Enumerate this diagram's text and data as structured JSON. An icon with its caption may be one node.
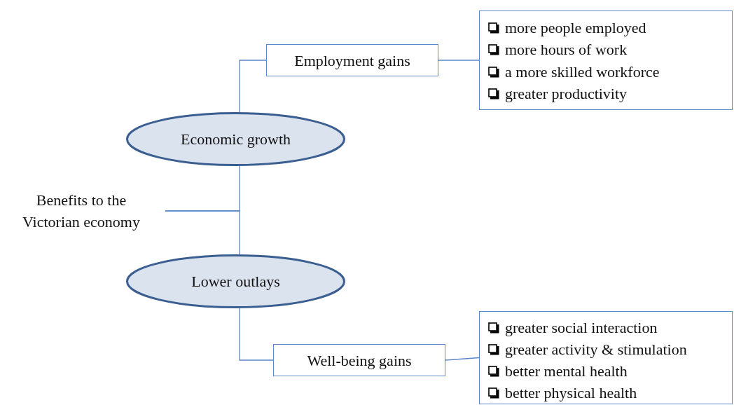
{
  "diagram": {
    "nodes": [
      {
        "text": [
          "Employment gains"
        ]
      },
      {
        "text": [
          "more people employed",
          "more hours of work",
          "a more skilled workforce",
          "greater productivity"
        ]
      },
      {
        "text": [
          "Economic growth"
        ]
      },
      {
        "text": [
          "Benefits to the Victorian economy"
        ]
      },
      {
        "text": [
          "Lower outlays"
        ]
      },
      {
        "text": [
          "Well-being gains"
        ]
      },
      {
        "text": [
          "greater social interaction",
          "greater activity & stimulation",
          "better mental health",
          "better physical health"
        ]
      }
    ],
    "edges": [
      {
        "from": 3,
        "to": 2,
        "arrow": "none"
      },
      {
        "from": 2,
        "to": 0,
        "arrow": "none"
      },
      {
        "from": 3,
        "to": 4,
        "arrow": "none"
      },
      {
        "from": 4,
        "to": 5,
        "arrow": "none"
      },
      {
        "from": 0,
        "to": 1,
        "arrow": "none"
      },
      {
        "from": 5,
        "to": 6,
        "arrow": "none"
      }
    ]
  }
}
